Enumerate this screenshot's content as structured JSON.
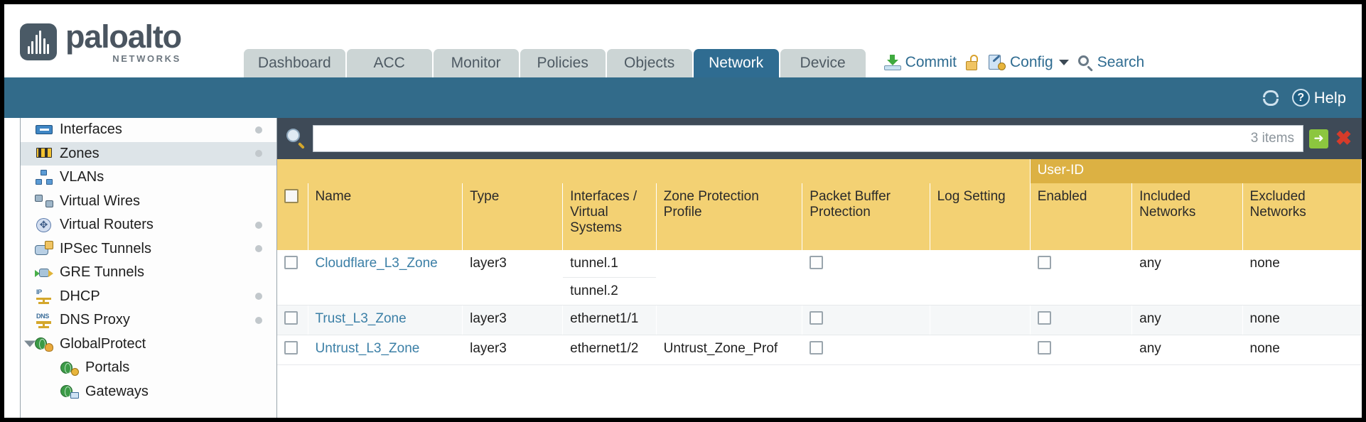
{
  "brand": {
    "name": "paloalto",
    "tagline": "NETWORKS",
    "registered": "®"
  },
  "tabs": [
    {
      "label": "Dashboard",
      "active": false
    },
    {
      "label": "ACC",
      "active": false
    },
    {
      "label": "Monitor",
      "active": false
    },
    {
      "label": "Policies",
      "active": false
    },
    {
      "label": "Objects",
      "active": false
    },
    {
      "label": "Network",
      "active": true
    },
    {
      "label": "Device",
      "active": false
    }
  ],
  "top_actions": {
    "commit": "Commit",
    "config": "Config",
    "search": "Search",
    "lock_icon": "lock-icon",
    "commit_icon": "commit-icon",
    "config_icon": "config-icon",
    "search_icon": "search-icon",
    "caret_icon": "chevron-down-icon"
  },
  "blueband": {
    "refresh_icon": "refresh-icon",
    "help_label": "Help",
    "help_glyph": "?"
  },
  "sidebar": {
    "items": [
      {
        "label": "Interfaces",
        "icon": "interfaces-icon",
        "dot": true,
        "selected": false,
        "child": false
      },
      {
        "label": "Zones",
        "icon": "zones-icon",
        "dot": true,
        "selected": true,
        "child": false
      },
      {
        "label": "VLANs",
        "icon": "vlans-icon",
        "dot": false,
        "selected": false,
        "child": false
      },
      {
        "label": "Virtual Wires",
        "icon": "virtual-wires-icon",
        "dot": false,
        "selected": false,
        "child": false
      },
      {
        "label": "Virtual Routers",
        "icon": "virtual-routers-icon",
        "dot": true,
        "selected": false,
        "child": false
      },
      {
        "label": "IPSec Tunnels",
        "icon": "ipsec-tunnels-icon",
        "dot": true,
        "selected": false,
        "child": false
      },
      {
        "label": "GRE Tunnels",
        "icon": "gre-tunnels-icon",
        "dot": false,
        "selected": false,
        "child": false
      },
      {
        "label": "DHCP",
        "icon": "dhcp-icon",
        "dot": true,
        "selected": false,
        "child": false
      },
      {
        "label": "DNS Proxy",
        "icon": "dns-proxy-icon",
        "dot": true,
        "selected": false,
        "child": false
      },
      {
        "label": "GlobalProtect",
        "icon": "globalprotect-icon",
        "dot": false,
        "selected": false,
        "child": false,
        "expanded": true
      },
      {
        "label": "Portals",
        "icon": "portals-icon",
        "dot": false,
        "selected": false,
        "child": true
      },
      {
        "label": "Gateways",
        "icon": "gateways-icon",
        "dot": false,
        "selected": false,
        "child": true
      }
    ],
    "dhcp_tag": "IP",
    "dns_tag": "DNS"
  },
  "search": {
    "value": "",
    "placeholder": "",
    "item_count": "3 items",
    "go_icon": "apply-filter-icon",
    "clear_icon": "clear-filter-icon",
    "magnifier_icon": "search-icon"
  },
  "table": {
    "group_header": {
      "user_id": "User-ID"
    },
    "columns": [
      "Name",
      "Type",
      "Interfaces / Virtual Systems",
      "Zone Protection Profile",
      "Packet Buffer Protection",
      "Log Setting",
      "Enabled",
      "Included Networks",
      "Excluded Networks"
    ],
    "rows": [
      {
        "name": "Cloudflare_L3_Zone",
        "type": "layer3",
        "interfaces": [
          "tunnel.1",
          "tunnel.2"
        ],
        "zone_protection_profile": "",
        "packet_buffer_protection": false,
        "log_setting": "",
        "user_id_enabled": false,
        "included_networks": "any",
        "excluded_networks": "none"
      },
      {
        "name": "Trust_L3_Zone",
        "type": "layer3",
        "interfaces": [
          "ethernet1/1"
        ],
        "zone_protection_profile": "",
        "packet_buffer_protection": false,
        "log_setting": "",
        "user_id_enabled": false,
        "included_networks": "any",
        "excluded_networks": "none"
      },
      {
        "name": "Untrust_L3_Zone",
        "type": "layer3",
        "interfaces": [
          "ethernet1/2"
        ],
        "zone_protection_profile": "Untrust_Zone_Prof",
        "packet_buffer_protection": false,
        "log_setting": "",
        "user_id_enabled": false,
        "included_networks": "any",
        "excluded_networks": "none"
      }
    ]
  },
  "colors": {
    "brand_navy": "#326b8a",
    "active_tab": "#2f6c91",
    "tab_bg": "#ccd5d5",
    "header_gold": "#f3d173",
    "group_gold": "#dcb143",
    "search_panel": "#3e4a57",
    "link": "#3b7fa6"
  }
}
